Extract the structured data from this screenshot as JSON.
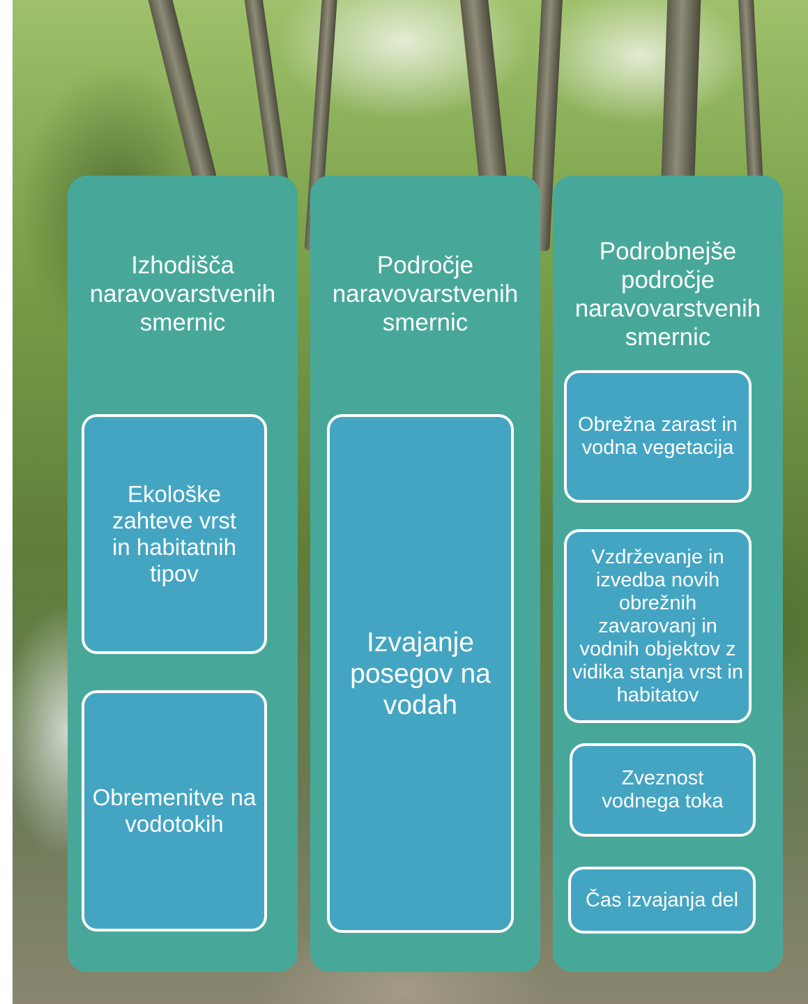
{
  "colors": {
    "panel": "#47a89a",
    "box": "#44a5c3",
    "border": "#ffffff",
    "text": "#ffffff"
  },
  "background": "forest stream photograph",
  "columns": [
    {
      "title": "Izhodišča naravovarstvenih smernic",
      "boxes": [
        "Ekološke zahteve vrst in habitatnih tipov",
        "Obremenitve na vodotokih"
      ]
    },
    {
      "title": "Področje naravovarstvenih smernic",
      "boxes": [
        "Izvajanje posegov na vodah"
      ]
    },
    {
      "title": "Podrobnejše področje naravovarstvenih smernic",
      "boxes": [
        "Obrežna zarast in vodna vegetacija",
        "Vzdrževanje in izvedba novih obrežnih zavarovanj in vodnih objektov z vidika stanja vrst in habitatov",
        "Zveznost vodnega toka",
        "Čas izvajanja del"
      ]
    }
  ]
}
